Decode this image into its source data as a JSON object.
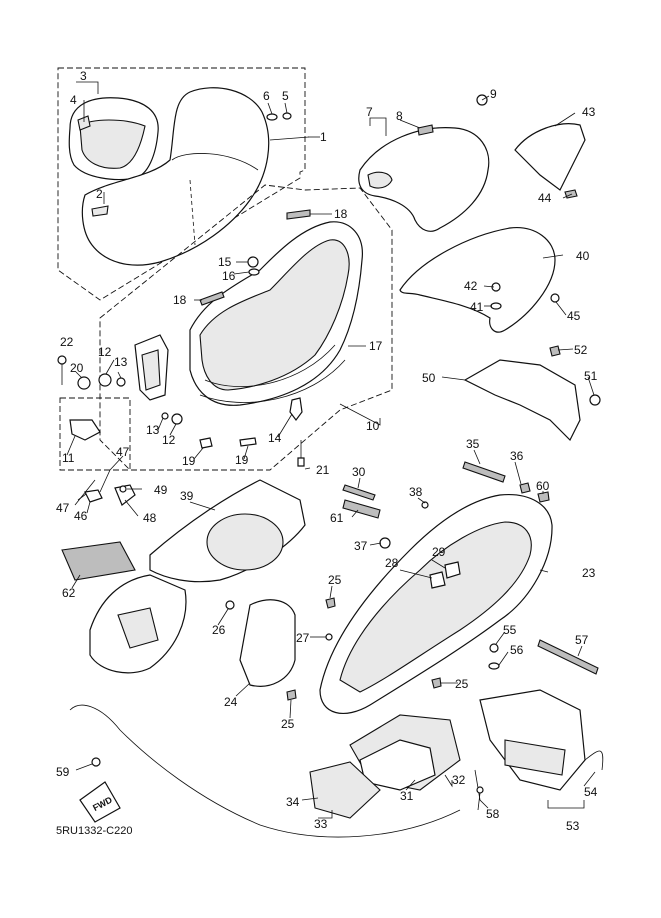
{
  "diagram_code": "5RU1332-C220",
  "fwd_label": "FWD",
  "callouts": [
    {
      "id": "c1",
      "label": "1"
    },
    {
      "id": "c2",
      "label": "2"
    },
    {
      "id": "c3",
      "label": "3"
    },
    {
      "id": "c4",
      "label": "4"
    },
    {
      "id": "c5",
      "label": "5"
    },
    {
      "id": "c6",
      "label": "6"
    },
    {
      "id": "c7",
      "label": "7"
    },
    {
      "id": "c8",
      "label": "8"
    },
    {
      "id": "c9",
      "label": "9"
    },
    {
      "id": "c10",
      "label": "10"
    },
    {
      "id": "c11",
      "label": "11"
    },
    {
      "id": "c12a",
      "label": "12"
    },
    {
      "id": "c12b",
      "label": "12"
    },
    {
      "id": "c13a",
      "label": "13"
    },
    {
      "id": "c13b",
      "label": "13"
    },
    {
      "id": "c14",
      "label": "14"
    },
    {
      "id": "c15",
      "label": "15"
    },
    {
      "id": "c16",
      "label": "16"
    },
    {
      "id": "c17",
      "label": "17"
    },
    {
      "id": "c18a",
      "label": "18"
    },
    {
      "id": "c18b",
      "label": "18"
    },
    {
      "id": "c19a",
      "label": "19"
    },
    {
      "id": "c19b",
      "label": "19"
    },
    {
      "id": "c20",
      "label": "20"
    },
    {
      "id": "c21",
      "label": "21"
    },
    {
      "id": "c22",
      "label": "22"
    },
    {
      "id": "c23",
      "label": "23"
    },
    {
      "id": "c24",
      "label": "24"
    },
    {
      "id": "c25a",
      "label": "25"
    },
    {
      "id": "c25b",
      "label": "25"
    },
    {
      "id": "c25c",
      "label": "25"
    },
    {
      "id": "c26",
      "label": "26"
    },
    {
      "id": "c27",
      "label": "27"
    },
    {
      "id": "c28",
      "label": "28"
    },
    {
      "id": "c29",
      "label": "29"
    },
    {
      "id": "c30",
      "label": "30"
    },
    {
      "id": "c31",
      "label": "31"
    },
    {
      "id": "c32",
      "label": "32"
    },
    {
      "id": "c33",
      "label": "33"
    },
    {
      "id": "c34",
      "label": "34"
    },
    {
      "id": "c35",
      "label": "35"
    },
    {
      "id": "c36",
      "label": "36"
    },
    {
      "id": "c37",
      "label": "37"
    },
    {
      "id": "c38",
      "label": "38"
    },
    {
      "id": "c39",
      "label": "39"
    },
    {
      "id": "c40",
      "label": "40"
    },
    {
      "id": "c41",
      "label": "41"
    },
    {
      "id": "c42",
      "label": "42"
    },
    {
      "id": "c43",
      "label": "43"
    },
    {
      "id": "c44",
      "label": "44"
    },
    {
      "id": "c45",
      "label": "45"
    },
    {
      "id": "c46",
      "label": "46"
    },
    {
      "id": "c47a",
      "label": "47"
    },
    {
      "id": "c47b",
      "label": "47"
    },
    {
      "id": "c48",
      "label": "48"
    },
    {
      "id": "c49",
      "label": "49"
    },
    {
      "id": "c50",
      "label": "50"
    },
    {
      "id": "c51",
      "label": "51"
    },
    {
      "id": "c52",
      "label": "52"
    },
    {
      "id": "c53",
      "label": "53"
    },
    {
      "id": "c54",
      "label": "54"
    },
    {
      "id": "c55",
      "label": "55"
    },
    {
      "id": "c56",
      "label": "56"
    },
    {
      "id": "c57",
      "label": "57"
    },
    {
      "id": "c58",
      "label": "58"
    },
    {
      "id": "c59",
      "label": "59"
    },
    {
      "id": "c60",
      "label": "60"
    },
    {
      "id": "c61",
      "label": "61"
    },
    {
      "id": "c62",
      "label": "62"
    }
  ]
}
